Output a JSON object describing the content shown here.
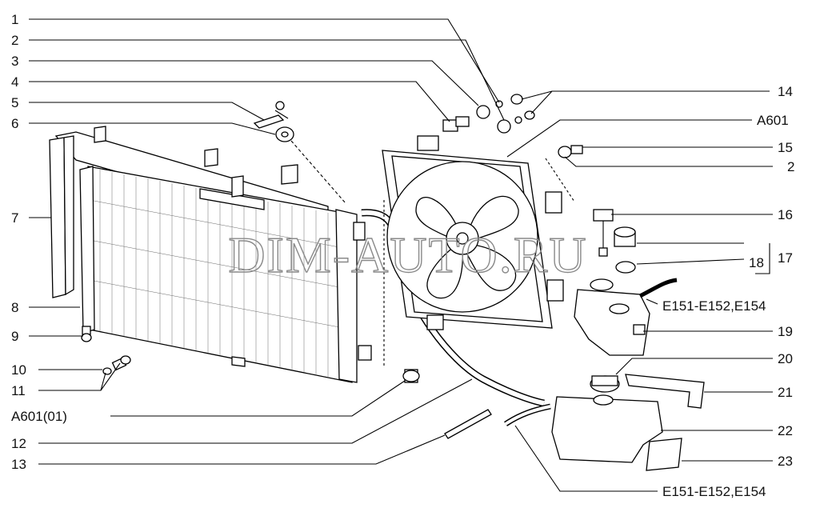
{
  "watermark": "DIM-AUTO.RU",
  "labels": {
    "l1": "1",
    "l2": "2",
    "l3": "3",
    "l4": "4",
    "l5": "5",
    "l6": "6",
    "l7": "7",
    "l8": "8",
    "l9": "9",
    "l10": "10",
    "l11": "11",
    "l_a601_01": "A601(01)",
    "l12": "12",
    "l13": "13",
    "r14": "14",
    "r_a601": "A601",
    "r15": "15",
    "r2": "2",
    "r16": "16",
    "r17": "17",
    "r18": "18",
    "r_e1": "E151-E152,E154",
    "r19": "19",
    "r20": "20",
    "r21": "21",
    "r22": "22",
    "r23": "23",
    "r_e2": "E151-E152,E154"
  }
}
